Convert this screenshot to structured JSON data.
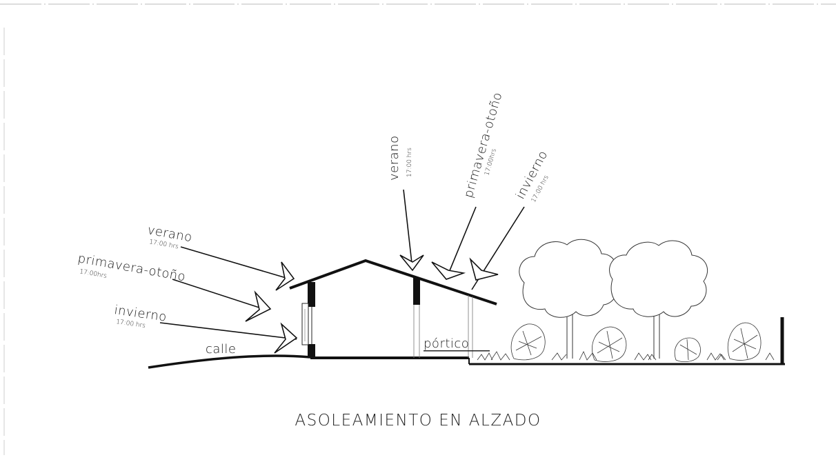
{
  "title": "ASOLEAMIENTO EN ALZADO",
  "labels": {
    "left_summer": "verano",
    "left_summer_time": "17:00 hrs",
    "left_spring": "primavera-otoño",
    "left_spring_time": "17:00hrs",
    "left_winter": "invierno",
    "left_winter_time": "17:00 hrs",
    "street": "calle",
    "porch": "pórtico",
    "top_summer": "verano",
    "top_summer_time": "17:00 hrs",
    "top_spring": "primavera-otoño",
    "top_spring_time": "17:00hrs",
    "top_winter": "invierno",
    "top_winter_time": "17:00 hrs"
  },
  "icons": {
    "sun_rays": "sun-ray-arrow",
    "trees": "tree",
    "shrubs": "shrub"
  }
}
